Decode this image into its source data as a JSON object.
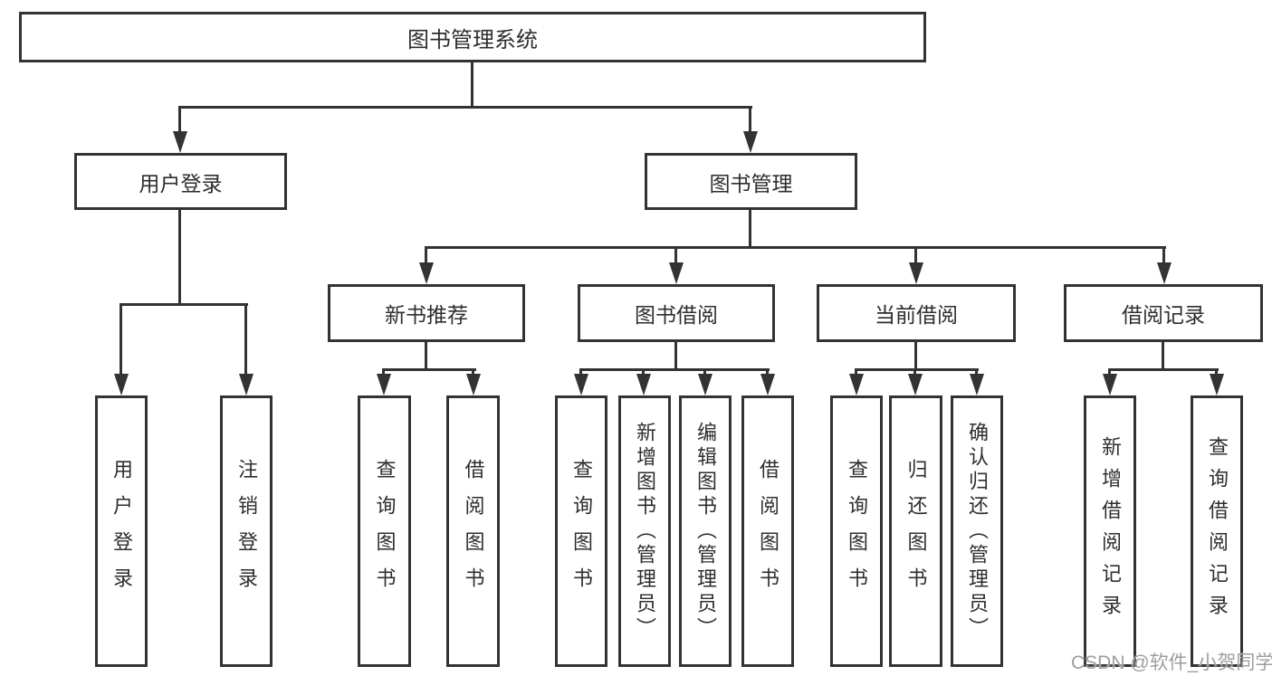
{
  "diagram": {
    "title": "图书管理系统",
    "tree": {
      "label": "图书管理系统",
      "children": [
        {
          "label": "用户登录",
          "children": [
            {
              "label": "用户登录"
            },
            {
              "label": "注销登录"
            }
          ]
        },
        {
          "label": "图书管理",
          "children": [
            {
              "label": "新书推荐",
              "children": [
                {
                  "label": "查询图书"
                },
                {
                  "label": "借阅图书"
                }
              ]
            },
            {
              "label": "图书借阅",
              "children": [
                {
                  "label": "查询图书"
                },
                {
                  "label": "新增图书（管理员）"
                },
                {
                  "label": "编辑图书（管理员）"
                },
                {
                  "label": "借阅图书"
                }
              ]
            },
            {
              "label": "当前借阅",
              "children": [
                {
                  "label": "查询图书"
                },
                {
                  "label": "归还图书"
                },
                {
                  "label": "确认归还（管理员）"
                }
              ]
            },
            {
              "label": "借阅记录",
              "children": [
                {
                  "label": "新增借阅记录"
                },
                {
                  "label": "查询借阅记录"
                }
              ]
            }
          ]
        }
      ]
    }
  },
  "watermark": "CSDN @软件_小贺同学",
  "colors": {
    "line": "#333333",
    "text": "#2e2e2e",
    "watermark": "#9e9e9e",
    "background": "#ffffff"
  }
}
